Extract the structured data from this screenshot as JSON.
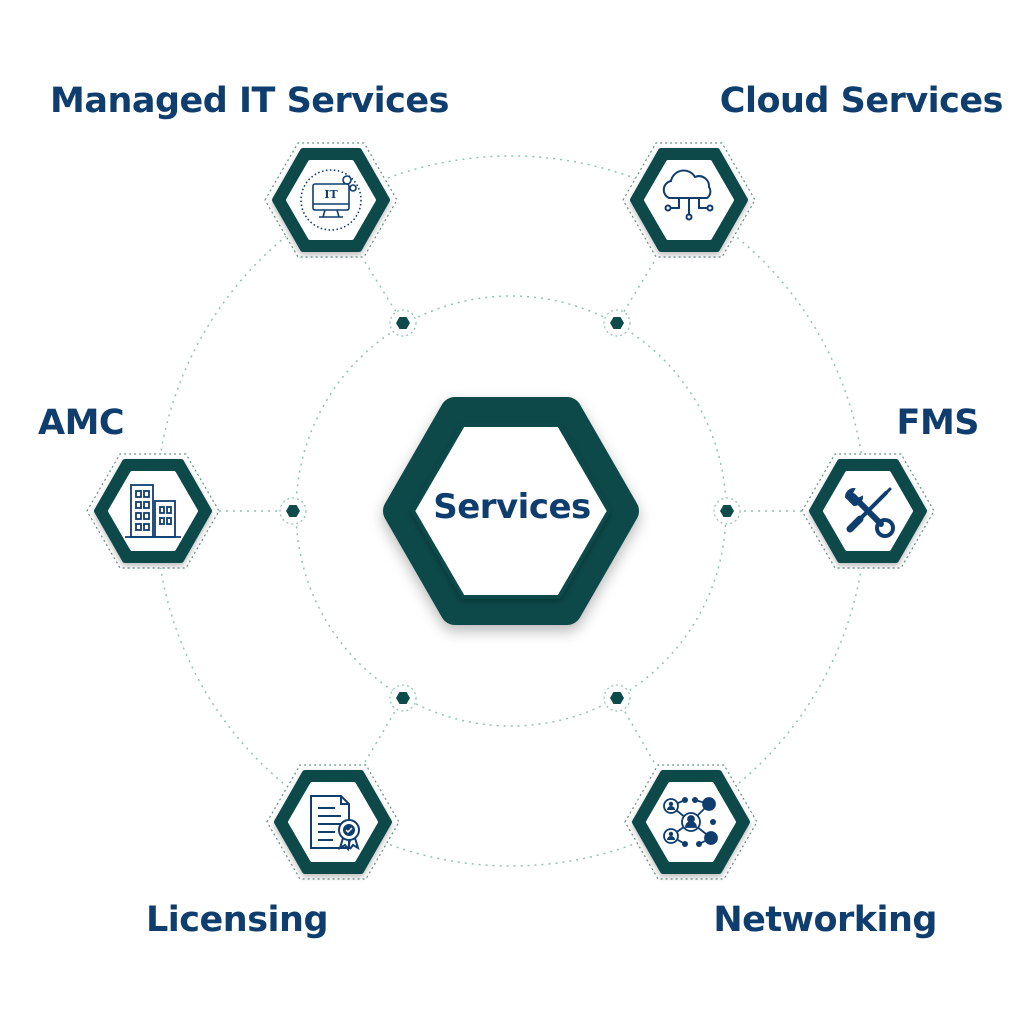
{
  "center": {
    "label": "Services"
  },
  "services": [
    {
      "label": "Managed IT Services",
      "icon": "it-monitor-icon",
      "monitor_text": "IT"
    },
    {
      "label": "Cloud Services",
      "icon": "cloud-network-icon"
    },
    {
      "label": "AMC",
      "icon": "office-buildings-icon"
    },
    {
      "label": "FMS",
      "icon": "tools-wrench-screwdriver-icon"
    },
    {
      "label": "Licensing",
      "icon": "certificate-document-icon"
    },
    {
      "label": "Networking",
      "icon": "people-network-icon"
    }
  ],
  "colors": {
    "label_text": "#0f3d6e",
    "hex_frame": "#0d4a4a",
    "icon": "#0f3d6e",
    "dotted_ring": "#8fc3b3",
    "background": "#ffffff"
  }
}
